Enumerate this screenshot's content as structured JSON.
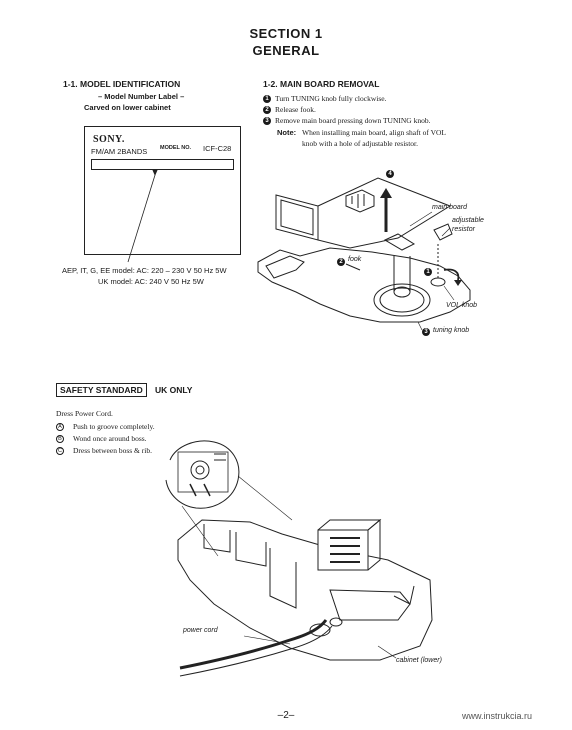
{
  "header": {
    "section": "SECTION 1",
    "title": "GENERAL"
  },
  "model_id": {
    "heading": "1-1.  MODEL IDENTIFICATION",
    "sub1": "– Model Number Label –",
    "sub2": "Carved on lower cabinet",
    "label": {
      "brand": "SONY.",
      "bands": "FM/AM 2BANDS",
      "model_no_label": "MODEL NO.",
      "model": "ICF-C28"
    },
    "power_line1": "AEP, IT, G, EE model: AC: 220 – 230 V   50 Hz 5W",
    "power_line2": "UK model: AC: 240 V   50 Hz 5W"
  },
  "board_removal": {
    "heading": "1-2.  MAIN BOARD REMOVAL",
    "steps": [
      {
        "num": "1",
        "text": "Turn TUNING knob fully clockwise."
      },
      {
        "num": "2",
        "text": "Release fook."
      },
      {
        "num": "3",
        "text": "Remove main board pressing down TUNING knob."
      }
    ],
    "note_label": "Note:",
    "note_line1": "When installing main board, align shaft of VOL",
    "note_line2": "knob with a hole of adjustable resistor.",
    "callouts": {
      "main_board": "main board",
      "adjustable": "adjustable",
      "resistor": "resistor",
      "fook": "fook",
      "vol_knob": "VOL knob",
      "tuning_knob": "tuning knob",
      "n1": "1",
      "n2": "2",
      "n3": "3",
      "n4": "4"
    }
  },
  "safety": {
    "badge": "SAFETY  STANDARD",
    "uk_only": "UK ONLY",
    "intro": "Dress Power Cord.",
    "items": [
      {
        "mark": "A",
        "text": "Push to groove completely."
      },
      {
        "mark": "B",
        "text": "Wond once around boss."
      },
      {
        "mark": "C",
        "text": "Dress between boss & rib."
      }
    ],
    "callouts": {
      "power_cord": "power cord",
      "cabinet": "cabinet (lower)"
    }
  },
  "footer": {
    "page": "–2–",
    "watermark": "www.instrukcia.ru"
  }
}
